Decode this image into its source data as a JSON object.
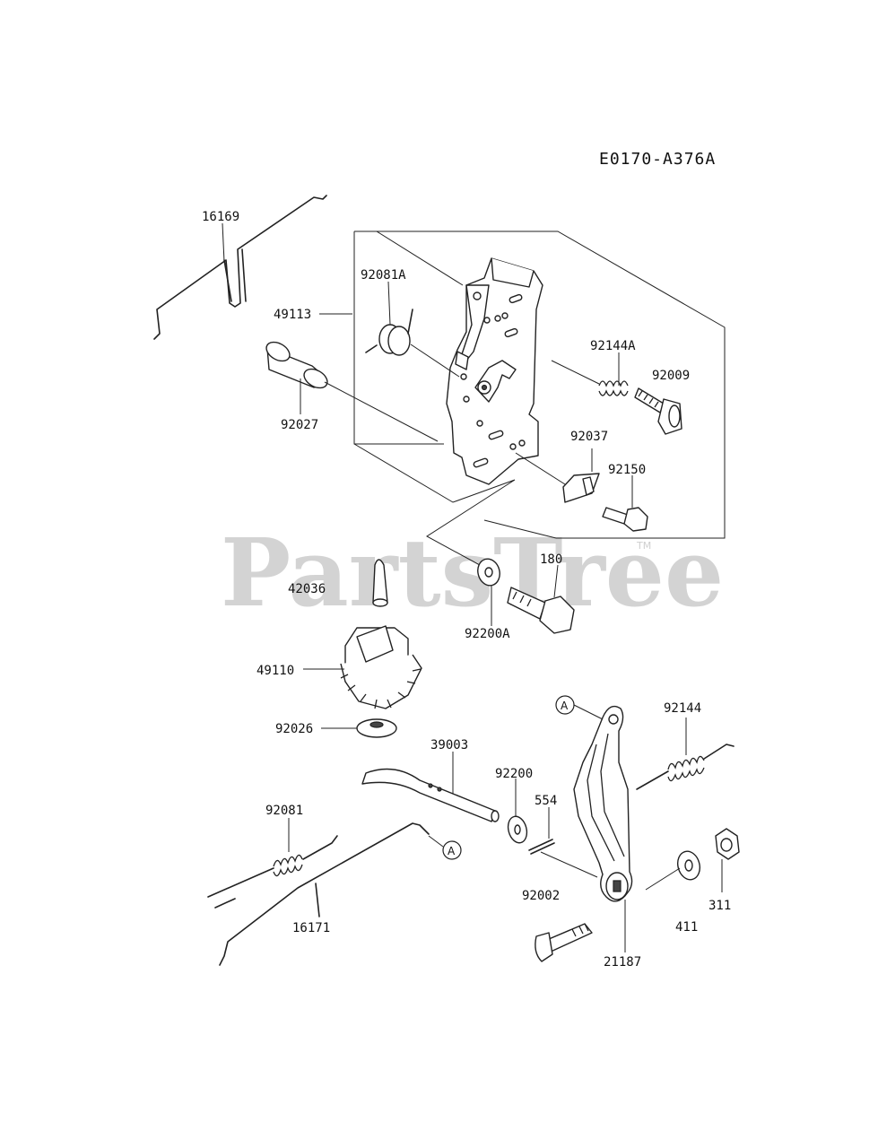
{
  "reference_code": "E0170-A376A",
  "watermark": {
    "text": "PartsTree",
    "trademark": "TM"
  },
  "callout_letter": "A",
  "labels": {
    "p16169": "16169",
    "p49113": "49113",
    "p92081A": "92081A",
    "p92027": "92027",
    "p92144A": "92144A",
    "p92009": "92009",
    "p92037": "92037",
    "p92150": "92150",
    "p42036": "42036",
    "p180": "180",
    "p92200A": "92200A",
    "p49110": "49110",
    "p92026": "92026",
    "p39003": "39003",
    "p92200": "92200",
    "p554": "554",
    "p92144": "92144",
    "p92081": "92081",
    "p16171": "16171",
    "p92002": "92002",
    "p21187": "21187",
    "p411": "411",
    "p311": "311"
  }
}
